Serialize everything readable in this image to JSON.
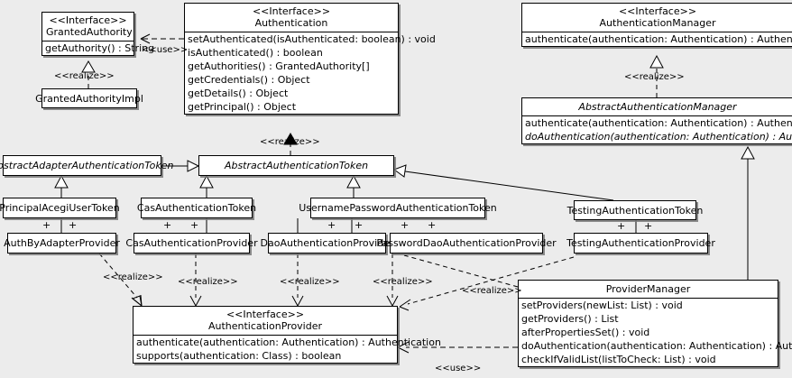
{
  "diagram": {
    "type": "uml-class-diagram",
    "background": "#ececec",
    "box_fill": "#ffffff",
    "line_color": "#000000"
  },
  "classes": {
    "granted_authority": {
      "stereotype": "<<Interface>>",
      "name": "GrantedAuthority",
      "operations": [
        "getAuthority() : String"
      ]
    },
    "granted_authority_impl": {
      "name": "GrantedAuthorityImpl",
      "operations": []
    },
    "authentication": {
      "stereotype": "<<Interface>>",
      "name": "Authentication",
      "operations": [
        "setAuthenticated(isAuthenticated: boolean) : void",
        "isAuthenticated() : boolean",
        "getAuthorities() : GrantedAuthority[]",
        "getCredentials() : Object",
        "getDetails() : Object",
        "getPrincipal() : Object"
      ]
    },
    "authentication_manager": {
      "stereotype": "<<Interface>>",
      "name": "AuthenticationManager",
      "operations": [
        "authenticate(authentication: Authentication) : Authentication"
      ]
    },
    "abstract_authentication_manager": {
      "name": "AbstractAuthenticationManager",
      "operations": [
        "authenticate(authentication: Authentication) : Authentication",
        "doAuthentication(authentication: Authentication) : Authentication"
      ]
    },
    "abstract_adapter_authentication_token": {
      "name": "AbstractAdapterAuthenticationToken",
      "operations": []
    },
    "abstract_authentication_token": {
      "name": "AbstractAuthenticationToken",
      "operations": []
    },
    "principal_acegi_user_token": {
      "name": "PrincipalAcegiUserToken",
      "operations": []
    },
    "cas_authentication_token": {
      "name": "CasAuthenticationToken",
      "operations": []
    },
    "username_password_authentication_token": {
      "name": "UsernamePasswordAuthenticationToken",
      "operations": []
    },
    "testing_authentication_token": {
      "name": "TestingAuthenticationToken",
      "operations": []
    },
    "auth_by_adapter_provider": {
      "name": "AuthByAdapterProvider",
      "operations": []
    },
    "cas_authentication_provider": {
      "name": "CasAuthenticationProvider",
      "operations": []
    },
    "dao_authentication_provider": {
      "name": "DaoAuthenticationProvider",
      "operations": []
    },
    "password_dao_authentication_provider": {
      "name": "PasswordDaoAuthenticationProvider",
      "operations": []
    },
    "testing_authentication_provider": {
      "name": "TestingAuthenticationProvider",
      "operations": []
    },
    "authentication_provider": {
      "stereotype": "<<Interface>>",
      "name": "AuthenticationProvider",
      "operations": [
        "authenticate(authentication: Authentication) : Authentication",
        "supports(authentication: Class) : boolean"
      ]
    },
    "provider_manager": {
      "name": "ProviderManager",
      "operations": [
        "setProviders(newList: List) : void",
        "getProviders() : List",
        "afterPropertiesSet() : void",
        "doAuthentication(authentication: Authentication) : Authentication",
        "checkIfValidList(listToCheck: List) : void"
      ]
    }
  },
  "relationship_labels": {
    "use_granted_authority": "<<use>>",
    "realize_granted_authority_impl": "<<realize>>",
    "realize_abstract_token_authentication": "<<realize>>",
    "realize_abstract_manager": "<<realize>>",
    "realize_auth_by_adapter": "<<realize>>",
    "realize_cas_provider": "<<realize>>",
    "realize_dao_provider": "<<realize>>",
    "realize_password_dao_provider": "<<realize>>",
    "realize_testing_provider": "<<realize>>",
    "use_provider_manager": "<<use>>"
  },
  "association_markers": {
    "plus": "+"
  }
}
